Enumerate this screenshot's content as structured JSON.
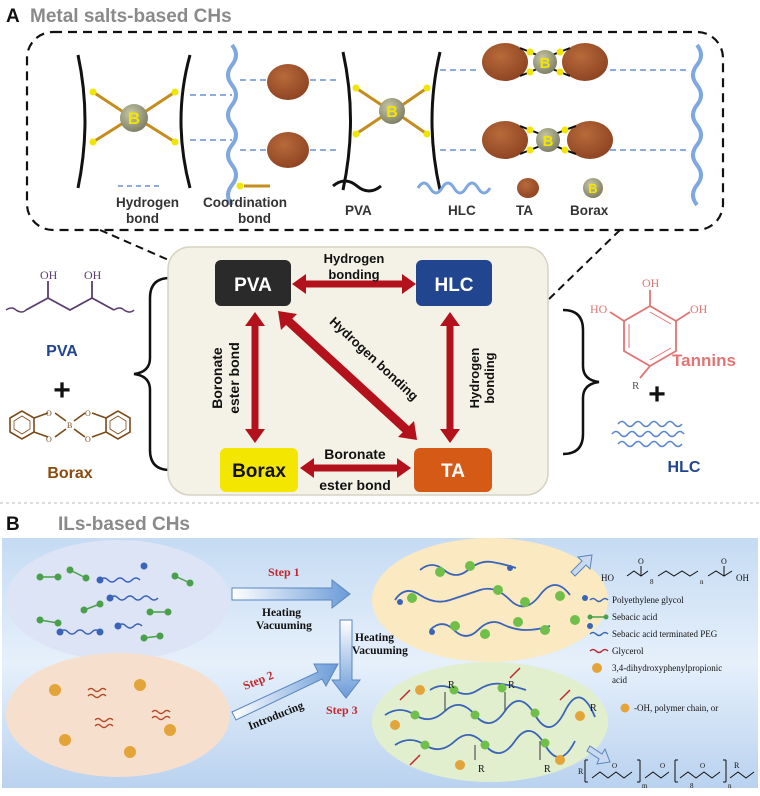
{
  "panelA": {
    "letter": "A",
    "title": "Metal salts-based CHs",
    "boron_symbol": "B",
    "legend": {
      "hydrogen_bond": [
        "Hydrogen",
        "bond"
      ],
      "coordination_bond": [
        "Coordination",
        "bond"
      ],
      "pva": "PVA",
      "hlc": "HLC",
      "ta": "TA",
      "borax": "Borax"
    },
    "left_side": {
      "oh1": "OH",
      "oh2": "OH",
      "pva_label": "PVA",
      "plus": "+",
      "borax_label": "Borax",
      "o_atoms": [
        "O",
        "O",
        "O",
        "O"
      ],
      "b_atom": "B"
    },
    "right_side": {
      "oh_top": "OH",
      "oh_left": "HO",
      "oh_right": "OH",
      "r_group": "R",
      "tannins_label": "Tannins",
      "plus": "+",
      "hlc_label": "HLC"
    },
    "center": {
      "pva": "PVA",
      "hlc": "HLC",
      "borax": "Borax",
      "ta": "TA",
      "top_arrow": [
        "Hydrogen",
        "bonding"
      ],
      "diag_arrow": "Hydrogen bonding",
      "left_arrow": [
        "Boronate",
        "ester bond"
      ],
      "right_arrow": [
        "Hydrogen",
        "bonding"
      ],
      "bottom_arrow": [
        "Boronate",
        "ester bond"
      ]
    },
    "colors": {
      "pva_box": "#2a2a2a",
      "hlc_box": "#22458f",
      "borax_box": "#f3e600",
      "ta_box": "#d55a16",
      "arrow": "#b3121c",
      "ta_sphere": "#a0522d",
      "hlc_wave": "#7fa7e0",
      "tannin": "#e07575"
    }
  },
  "panelB": {
    "letter": "B",
    "title": "ILs-based CHs",
    "step1": {
      "label": "Step 1",
      "lines": [
        "Heating",
        "Vacuuming"
      ]
    },
    "step2": {
      "label": "Step 2",
      "lines": [
        "Introducing"
      ]
    },
    "step3": {
      "label": "Step 3",
      "lines": [
        "Heating",
        "Vacuuming"
      ]
    },
    "legend": [
      "Polyethylene glycol",
      "Sebacic acid",
      "Sebacic acid terminated PEG",
      "Glycerol",
      "3,4-dihydroxyphenylpropionic",
      "acid",
      "-OH, polymer chain, or"
    ],
    "r_label": "R",
    "formula_top": {
      "ho": "HO",
      "oh": "OH",
      "o": "O",
      "sub8": "8",
      "subn": "n"
    },
    "formula_bottom": {
      "r": "R",
      "o": "O",
      "subm": "m",
      "sub8": "8",
      "subn": "n"
    }
  }
}
